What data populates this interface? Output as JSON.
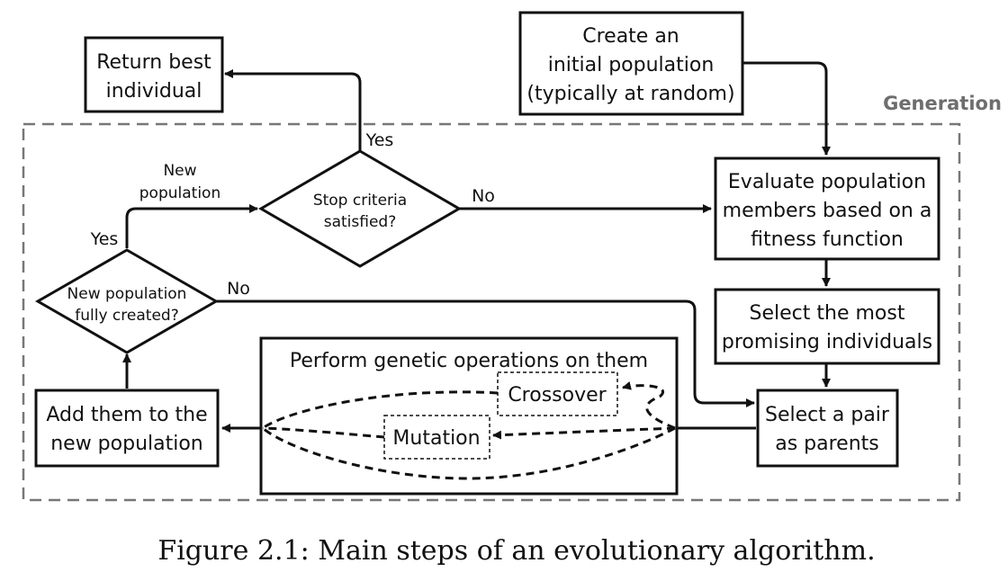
{
  "diagram": {
    "generation_label": "Generation",
    "nodes": {
      "create": [
        "Create an",
        "initial population",
        "(typically at random)"
      ],
      "return_best": [
        "Return best",
        "individual"
      ],
      "evaluate": [
        "Evaluate population",
        "members based on a",
        "fitness function"
      ],
      "select_promising": [
        "Select the most",
        "promising individuals"
      ],
      "select_pair": [
        "Select a pair",
        "as parents"
      ],
      "genetic_ops_title": "Perform genetic operations on them",
      "crossover": "Crossover",
      "mutation": "Mutation",
      "add_new": [
        "Add them to the",
        "new population"
      ],
      "stop_criteria": [
        "Stop criteria",
        "satisfied?"
      ],
      "fully_created": [
        "New population",
        "fully created?"
      ]
    },
    "edge_labels": {
      "stop_yes": "Yes",
      "stop_no": "No",
      "full_yes": "Yes",
      "full_no": "No",
      "new_population": [
        "New",
        "population"
      ]
    }
  },
  "caption": "Figure 2.1: Main steps of an evolutionary algorithm."
}
